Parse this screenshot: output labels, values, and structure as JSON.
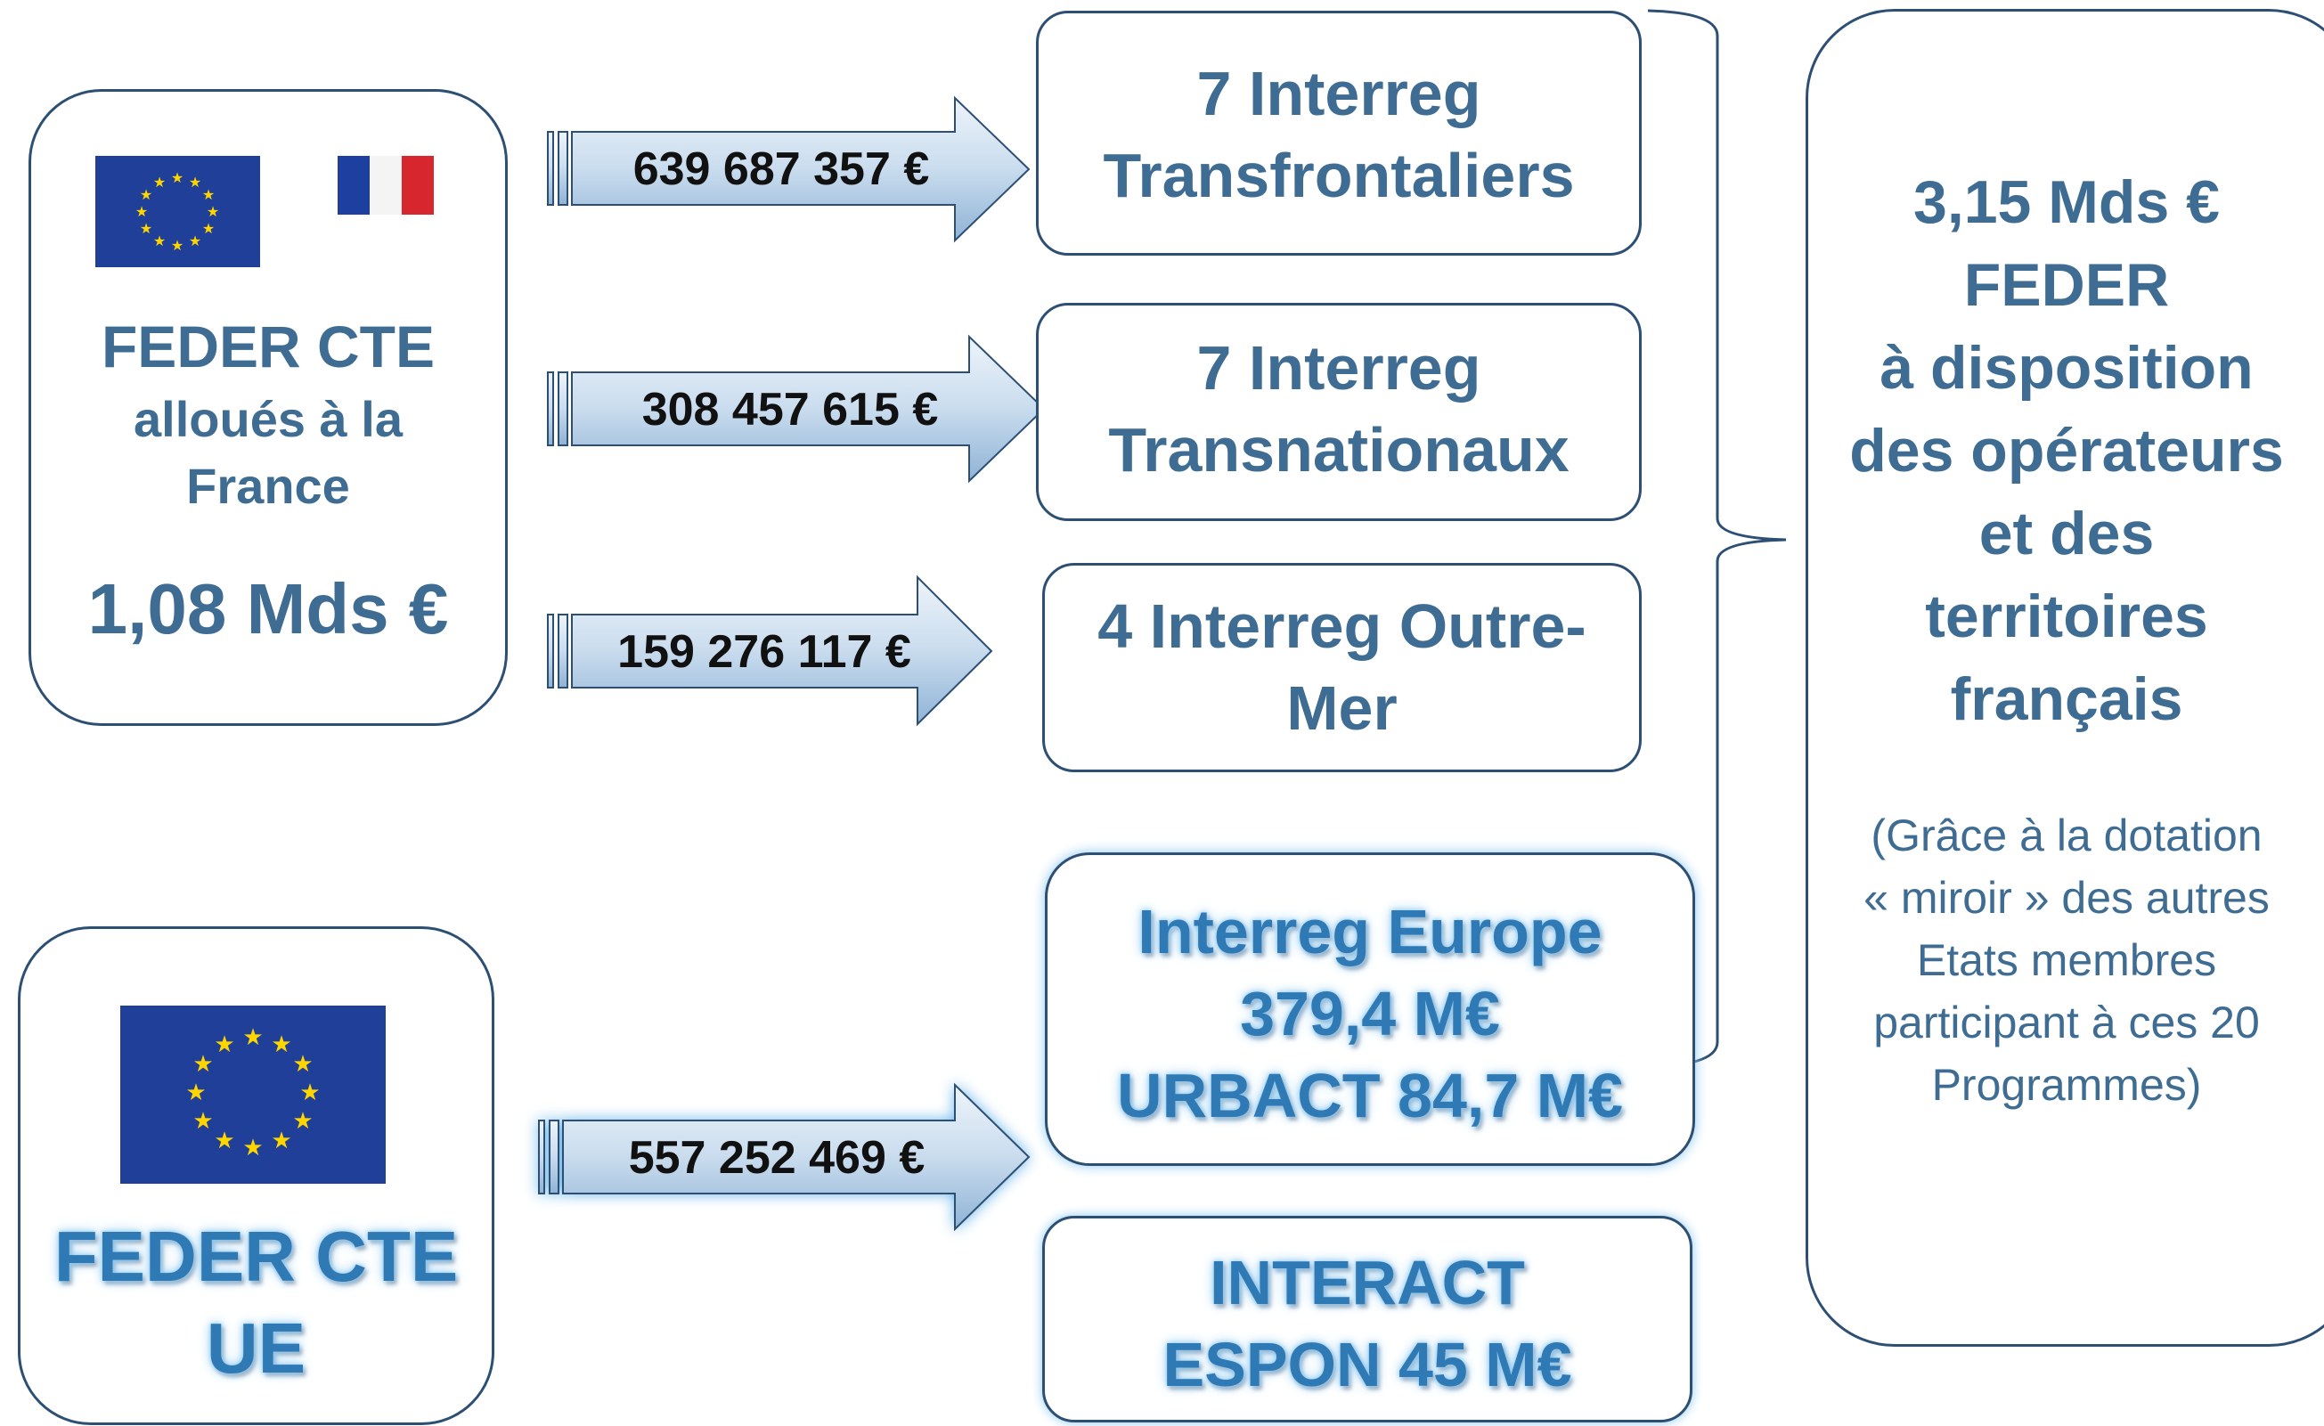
{
  "left_fr": {
    "title": "FEDER CTE",
    "sub1": "alloués à la",
    "sub2": "France",
    "amount": "1,08 Mds €"
  },
  "left_eu": {
    "line1": "FEDER CTE",
    "line2": "UE"
  },
  "arrows": [
    {
      "label": "639 687 357 €"
    },
    {
      "label": "308 457 615 €"
    },
    {
      "label": "159 276 117 €"
    },
    {
      "label": "557 252 469 €"
    }
  ],
  "programs": [
    {
      "line1": "7 Interreg",
      "line2": "Transfrontaliers"
    },
    {
      "line1": "7 Interreg",
      "line2": "Transnationaux"
    },
    {
      "line1": "4 Interreg Outre-",
      "line2": "Mer"
    },
    {
      "line1": "Interreg Europe",
      "line2": "379,4 M€",
      "line3": "URBACT 84,7 M€"
    },
    {
      "line1": "INTERACT",
      "line2": "ESPON 45 M€"
    }
  ],
  "summary": {
    "l1": "3,15 Mds €",
    "l2": "FEDER",
    "l3": "à disposition",
    "l4": "des opérateurs",
    "l5": "et des",
    "l6": "territoires",
    "l7": "français",
    "n1": "(Grâce à la dotation",
    "n2": "« miroir » des autres",
    "n3": "Etats membres",
    "n4": "participant à ces 20",
    "n5": "Programmes)"
  },
  "colors": {
    "text": "#3f6c92",
    "border": "#2c4f73",
    "eu_blue": "#1f3f99",
    "eu_star": "#ffd500",
    "fr_blue": "#1d3fa0",
    "fr_red": "#d8262f"
  }
}
